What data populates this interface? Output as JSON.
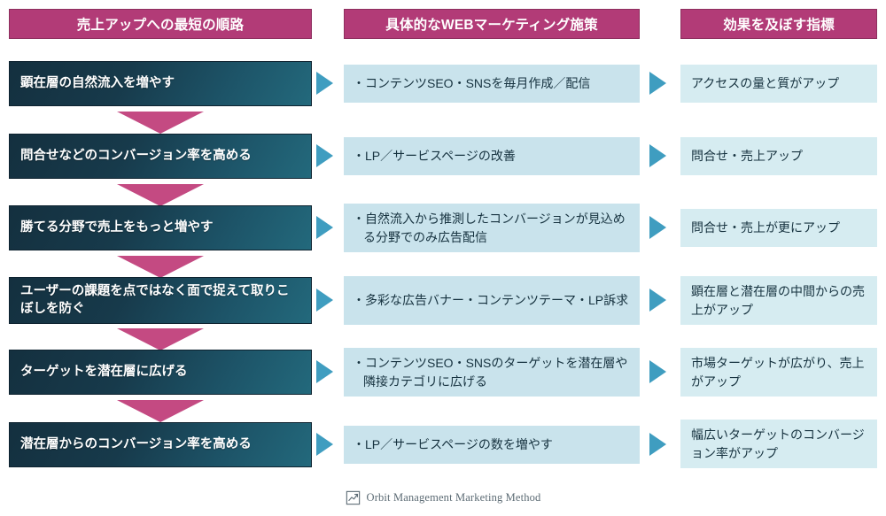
{
  "headers": {
    "left": "売上アップへの最短の順路",
    "middle": "具体的なWEBマーケティング施策",
    "right": "効果を及ぼす指標"
  },
  "rows": [
    {
      "step": "顕在層の自然流入を増やす",
      "tactic": "・コンテンツSEO・SNSを毎月作成／配信",
      "effect": "アクセスの量と質がアップ"
    },
    {
      "step": "問合せなどのコンバージョン率を高める",
      "tactic": "・LP／サービスページの改善",
      "effect": "問合せ・売上アップ"
    },
    {
      "step": "勝てる分野で売上をもっと増やす",
      "tactic": "・自然流入から推測したコンバージョンが見込める分野でのみ広告配信",
      "effect": "問合せ・売上が更にアップ"
    },
    {
      "step": "ユーザーの課題を点ではなく面で捉えて取りこぼしを防ぐ",
      "tactic": "・多彩な広告バナー・コンテンツテーマ・LP訴求",
      "effect": "顕在層と潜在層の中間からの売上がアップ"
    },
    {
      "step": "ターゲットを潜在層に広げる",
      "tactic": "・コンテンツSEO・SNSのターゲットを潜在層や隣接カテゴリに広げる",
      "effect": "市場ターゲットが広がり、売上がアップ"
    },
    {
      "step": "潜在層からのコンバージョン率を高める",
      "tactic": "・LP／サービスページの数を増やす",
      "effect": "幅広いターゲットのコンバージョン率がアップ"
    }
  ],
  "footer": {
    "brand": "Orbit Management Marketing Method",
    "logo_icon": "chart-growth-icon"
  },
  "colors": {
    "header_magenta": "#b23b77",
    "step_dark_navy": "#14303f",
    "step_teal": "#23697c",
    "tactic_light_blue": "#c9e3ec",
    "effect_light_blue": "#d6ecf1",
    "arrow_teal": "#3f9dc0",
    "arrow_pink": "#c44a82",
    "footer_gray": "#5c6b74"
  }
}
